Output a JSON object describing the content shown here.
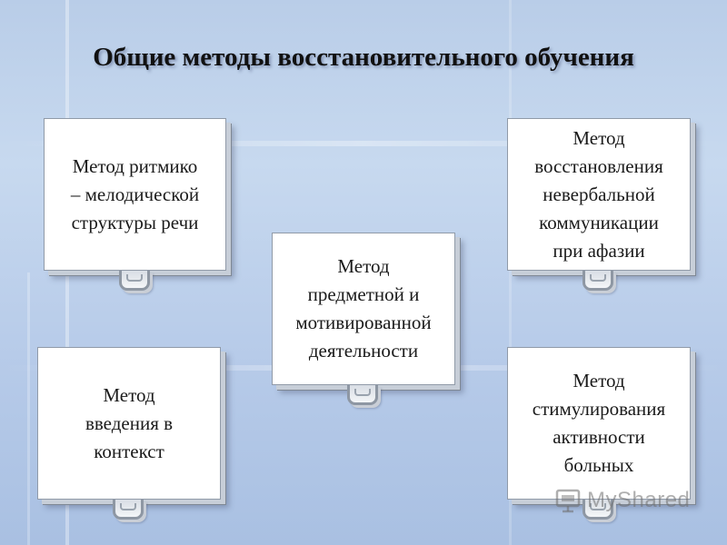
{
  "title": "Общие методы восстановительного обучения",
  "cards": [
    {
      "text": "Метод ритмико\n– мелодической\nструктуры речи"
    },
    {
      "text": "Метод\nвосстановления\nневербальной\nкоммуникации\nпри афазии"
    },
    {
      "text": "Метод\nпредметной и\nмотивированной\nдеятельности"
    },
    {
      "text": "Метод\nвведения в\nконтекст"
    },
    {
      "text": "Метод\nстимулирования\nактивности\nбольных"
    }
  ],
  "watermark": {
    "text": "MyShared",
    "icon": "myshared-logo-icon"
  }
}
